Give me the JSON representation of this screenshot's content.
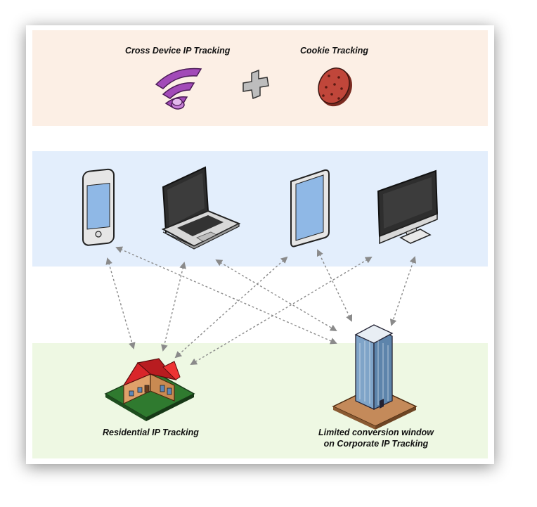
{
  "colors": {
    "top_band": "#fcefe5",
    "middle_band": "#e3eefc",
    "bottom_band": "#eef8e3",
    "arrow": "#8a8a8a"
  },
  "labels": {
    "cross_device": "Cross Device IP Tracking",
    "cookie": "Cookie Tracking",
    "residential": "Residential IP Tracking",
    "corporate_line1": "Limited conversion window",
    "corporate_line2": "on Corporate IP Tracking"
  },
  "icons": {
    "wifi": "wifi-icon",
    "plus": "plus-icon",
    "cookie": "cookie-icon",
    "phone": "phone-icon",
    "laptop": "laptop-icon",
    "tablet": "tablet-icon",
    "monitor": "monitor-icon",
    "house": "house-icon",
    "building": "office-building-icon"
  }
}
